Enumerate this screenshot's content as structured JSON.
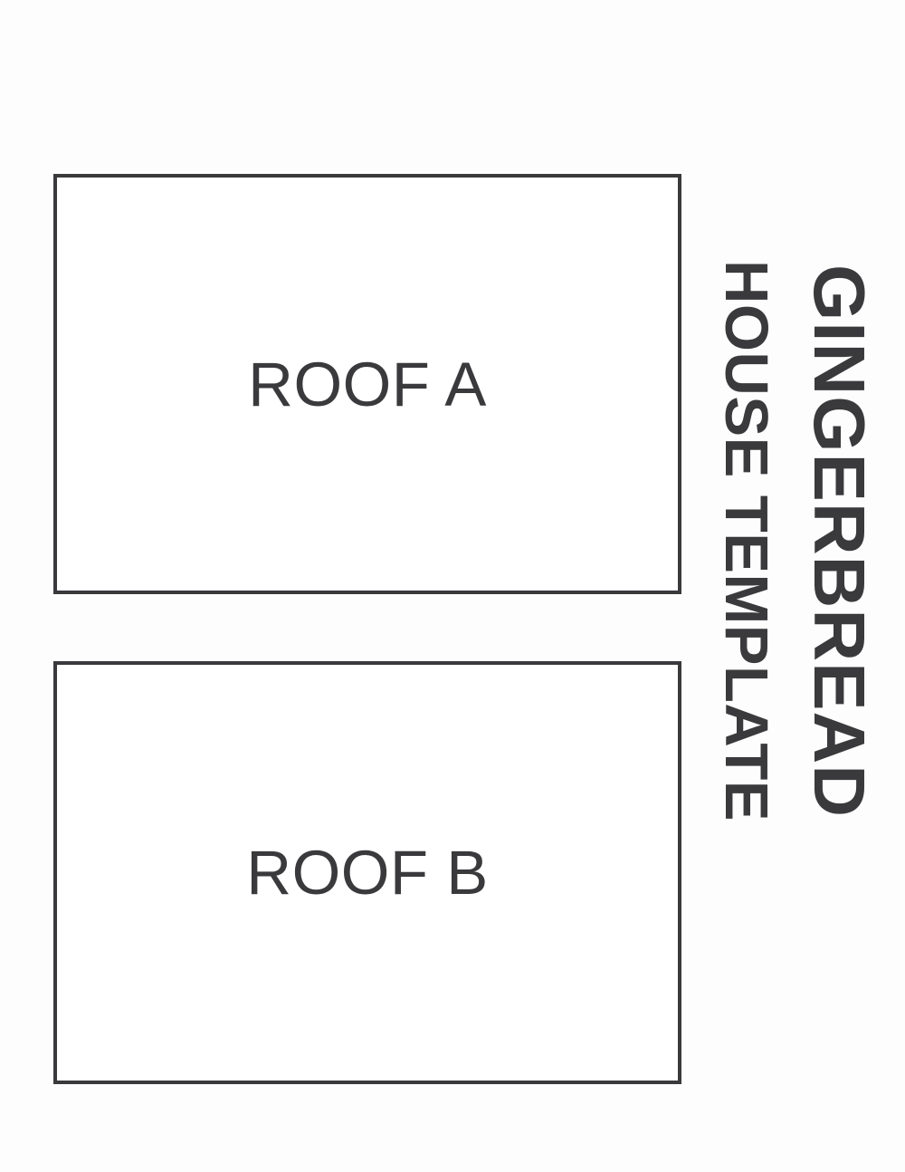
{
  "document": {
    "background_color": "#fdfdfd",
    "ink_color": "#3a3a3d",
    "title_lines": {
      "line1": "GINGERBREAD",
      "line2": "HOUSE TEMPLATE"
    }
  },
  "panels": [
    {
      "id": "roof-a",
      "label": "ROOF A",
      "shape": "rectangle"
    },
    {
      "id": "roof-b",
      "label": "ROOF B",
      "shape": "rectangle"
    }
  ]
}
